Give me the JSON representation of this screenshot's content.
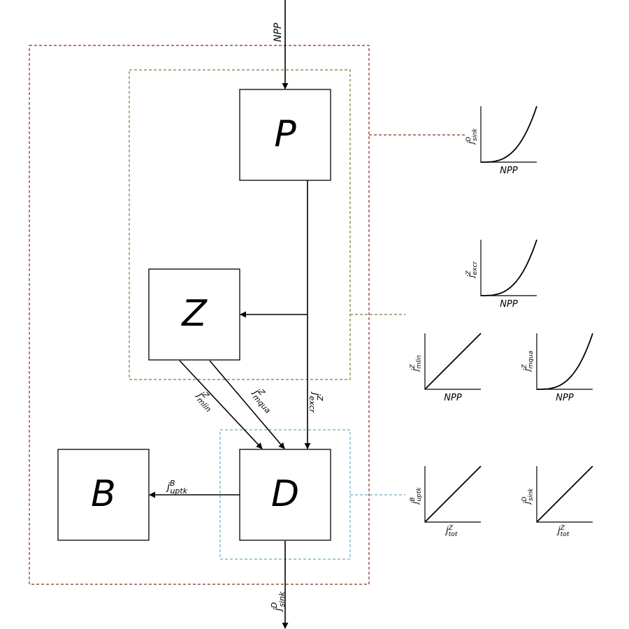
{
  "boxes": {
    "P": "P",
    "Z": "Z",
    "B": "B",
    "D": "D"
  },
  "fluxes": {
    "npp": "NPP",
    "exc_main": "j",
    "exc_sup": "Z",
    "exc_sub": "excr",
    "mlin_main": "j",
    "mlin_sup": "Z",
    "mlin_sub": "mlin",
    "mqua_main": "j",
    "mqua_sup": "Z",
    "mqua_sub": "mqua",
    "uptk_main": "j",
    "uptk_sup": "B",
    "uptk_sub": "uptk",
    "sink_main": "j",
    "sink_sup": "D",
    "sink_sub": "sink"
  },
  "colors": {
    "outer_frame": "#8b2a1e",
    "zooplankton_frame": "#7a7a3a",
    "detritus_frame": "#6aaac0"
  },
  "panels": [
    {
      "id": "sink_npp",
      "y_main": "j",
      "y_sup": "D",
      "y_sub": "sink",
      "x_label": "NPP",
      "x_sup": "",
      "x_sub": "",
      "shape": "convex"
    },
    {
      "id": "excr_npp",
      "y_main": "j",
      "y_sup": "Z",
      "y_sub": "excr",
      "x_label": "NPP",
      "x_sup": "",
      "x_sub": "",
      "shape": "convex"
    },
    {
      "id": "mlin_npp",
      "y_main": "j",
      "y_sup": "Z",
      "y_sub": "mlin",
      "x_label": "NPP",
      "x_sup": "",
      "x_sub": "",
      "shape": "linear"
    },
    {
      "id": "mqua_npp",
      "y_main": "j",
      "y_sup": "Z",
      "y_sub": "mqua",
      "x_label": "NPP",
      "x_sup": "",
      "x_sub": "",
      "shape": "convex"
    },
    {
      "id": "uptk_tot",
      "y_main": "j",
      "y_sup": "B",
      "y_sub": "uptk",
      "x_label": "j",
      "x_sup": "Z",
      "x_sub": "tot",
      "shape": "linear"
    },
    {
      "id": "sink_tot",
      "y_main": "j",
      "y_sup": "D",
      "y_sub": "sink",
      "x_label": "j",
      "x_sup": "Z",
      "x_sub": "tot",
      "shape": "linear"
    }
  ]
}
